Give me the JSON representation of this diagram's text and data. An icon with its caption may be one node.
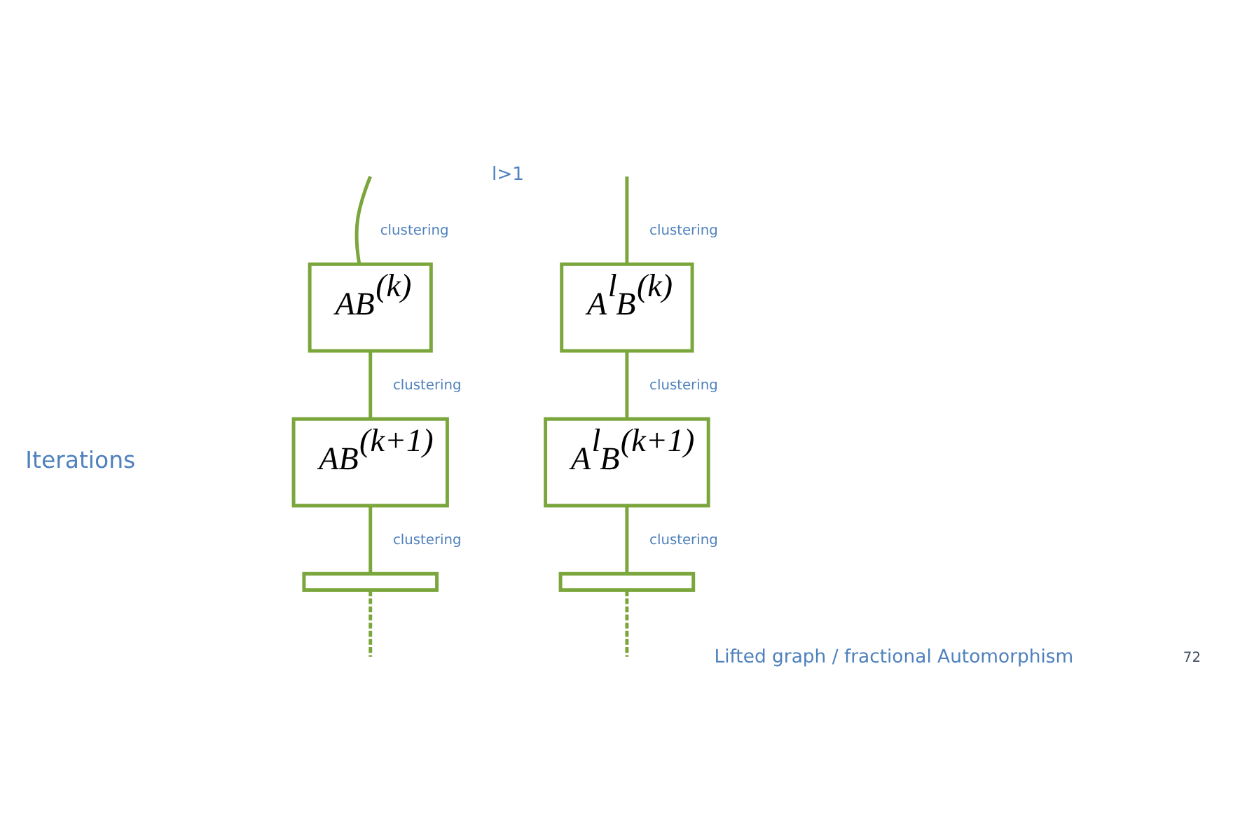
{
  "diagram": {
    "nodes": [
      {
        "text": [
          "AB$^{(k)}$"
        ]
      },
      {
        "text": [
          "AB$^{(k+1)}$"
        ]
      },
      {
        "text": [],
        "shape": "box"
      },
      {
        "text": [
          "A$^{l}$B$^{(k)}$"
        ]
      },
      {
        "text": [
          "A$^{l}$B$^{(k+1)}$"
        ]
      },
      {
        "text": [],
        "shape": "box"
      }
    ],
    "edges": [
      {
        "from": null,
        "to": 0,
        "arrow": "none",
        "label": "clustering"
      },
      {
        "from": 0,
        "to": 1,
        "arrow": "none",
        "label": "clustering"
      },
      {
        "from": 1,
        "to": 2,
        "arrow": "none",
        "label": "clustering"
      },
      {
        "from": 2,
        "to": null,
        "arrow": "none",
        "style": "dashed"
      },
      {
        "from": null,
        "to": 3,
        "arrow": "none",
        "label": "clustering"
      },
      {
        "from": 3,
        "to": 4,
        "arrow": "none",
        "label": "clustering"
      },
      {
        "from": 4,
        "to": 5,
        "arrow": "none",
        "label": "clustering"
      },
      {
        "from": 5,
        "to": null,
        "arrow": "none",
        "style": "dashed"
      }
    ],
    "labels": [
      "l>1",
      "Iterations",
      "Lifted graph / fractional Automorphism",
      "72"
    ]
  }
}
